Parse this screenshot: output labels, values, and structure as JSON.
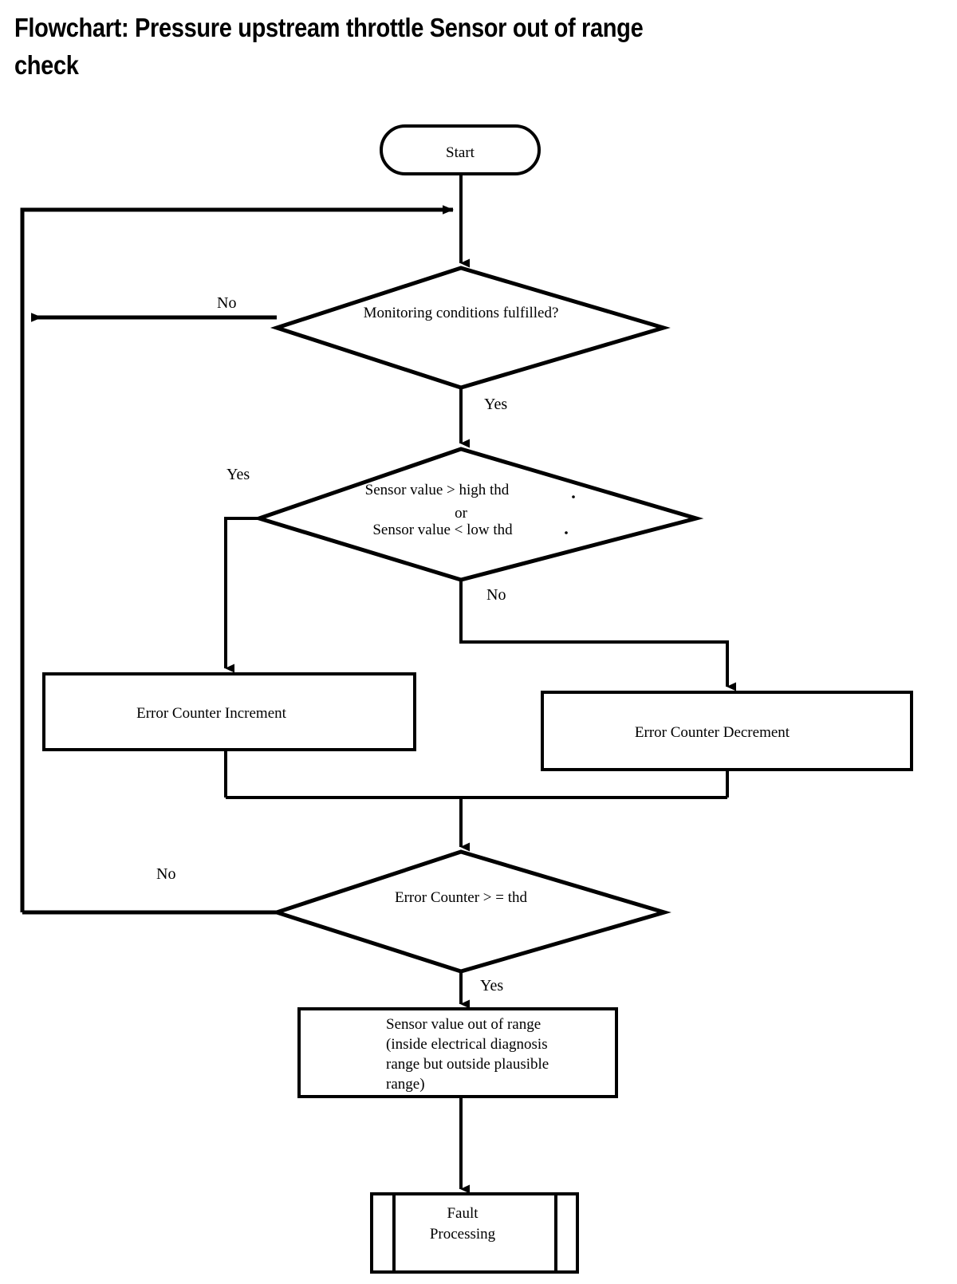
{
  "title": "Flowchart: Pressure upstream throttle Sensor out of range\n        check",
  "diagram": {
    "type": "flowchart",
    "orientation": "top-to-bottom",
    "nodes": [
      {
        "id": "start",
        "shape": "terminator",
        "label": "Start"
      },
      {
        "id": "monitoring",
        "shape": "decision",
        "label": "Monitoring  conditions fulfilled?"
      },
      {
        "id": "range_check",
        "shape": "decision",
        "label_line1": "Sensor value > high thd",
        "label_line2": "or",
        "label_line3": "Sensor    value < low thd"
      },
      {
        "id": "counter_increment",
        "shape": "process",
        "label": "Error Counter Increment"
      },
      {
        "id": "counter_decrement",
        "shape": "process",
        "label": "Error Counter Decrement"
      },
      {
        "id": "counter_threshold",
        "shape": "decision",
        "label": "Error Counter > = thd"
      },
      {
        "id": "out_of_range",
        "shape": "process",
        "label_line1": "Sensor value out of range",
        "label_line2": "(inside electrical diagnosis",
        "label_line3": "range but outside plausible",
        "label_line4": "range)"
      },
      {
        "id": "fault_processing",
        "shape": "predefined-process",
        "label_line1": "Fault",
        "label_line2": "Processing"
      }
    ],
    "edge_labels": {
      "monitoring_no": "No",
      "monitoring_yes": "Yes",
      "range_yes": "Yes",
      "range_no": "No",
      "threshold_no": "No",
      "threshold_yes": "Yes"
    },
    "colors": {
      "stroke": "#000000",
      "fill": "#ffffff",
      "text": "#000000"
    }
  }
}
